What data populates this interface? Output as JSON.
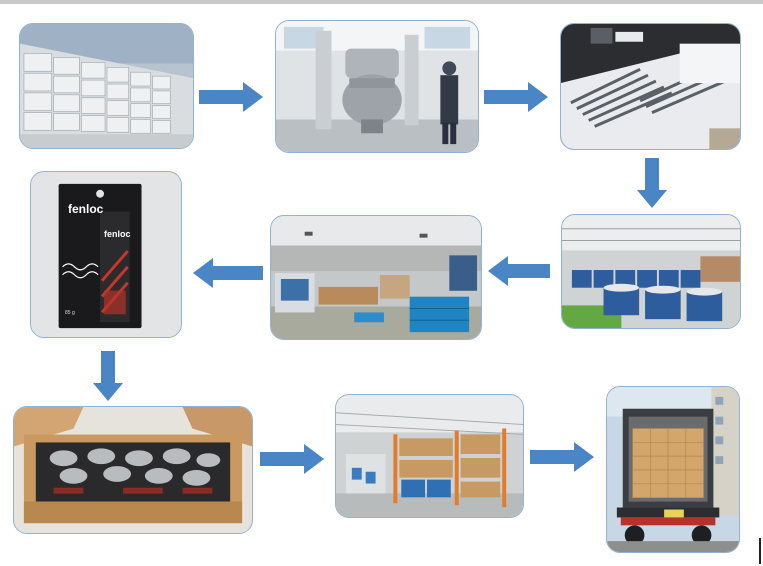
{
  "colors": {
    "arrow": "#4a86c5",
    "frame": "#8fb2d6"
  },
  "package": {
    "brand": "fenloc",
    "brand_small": "fenloc",
    "net": "85 g"
  },
  "steps": [
    {
      "name": "raw-materials-pallets"
    },
    {
      "name": "mixing-machine"
    },
    {
      "name": "filling-lab"
    },
    {
      "name": "material-drums-warehouse"
    },
    {
      "name": "packaging-workshop"
    },
    {
      "name": "finished-product-package"
    },
    {
      "name": "boxed-tubes"
    },
    {
      "name": "storage-warehouse"
    },
    {
      "name": "container-loading"
    }
  ]
}
